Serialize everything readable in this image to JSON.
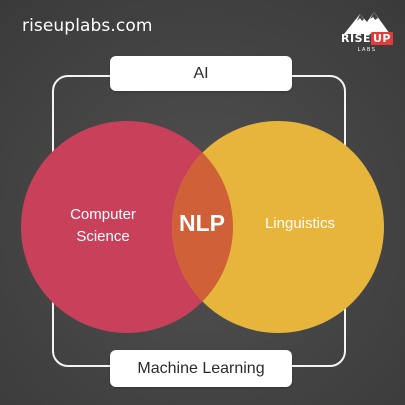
{
  "header": {
    "site": "riseuplabs.com"
  },
  "logo": {
    "word_rise": "RISE",
    "word_up": "UP",
    "word_labs": "LABS",
    "icon": "mountain-icon"
  },
  "diagram": {
    "outer_top_label": "AI",
    "outer_bottom_label": "Machine Learning",
    "left_circle_label": "Computer Science",
    "right_circle_label": "Linguistics",
    "intersection_label": "NLP"
  },
  "colors": {
    "background": "#474747",
    "left_circle": "#c8405a",
    "right_circle": "#e7b53c",
    "intersection": "#cf6037",
    "frame": "#f4f4f4",
    "logo_accent": "#e53a3a"
  }
}
